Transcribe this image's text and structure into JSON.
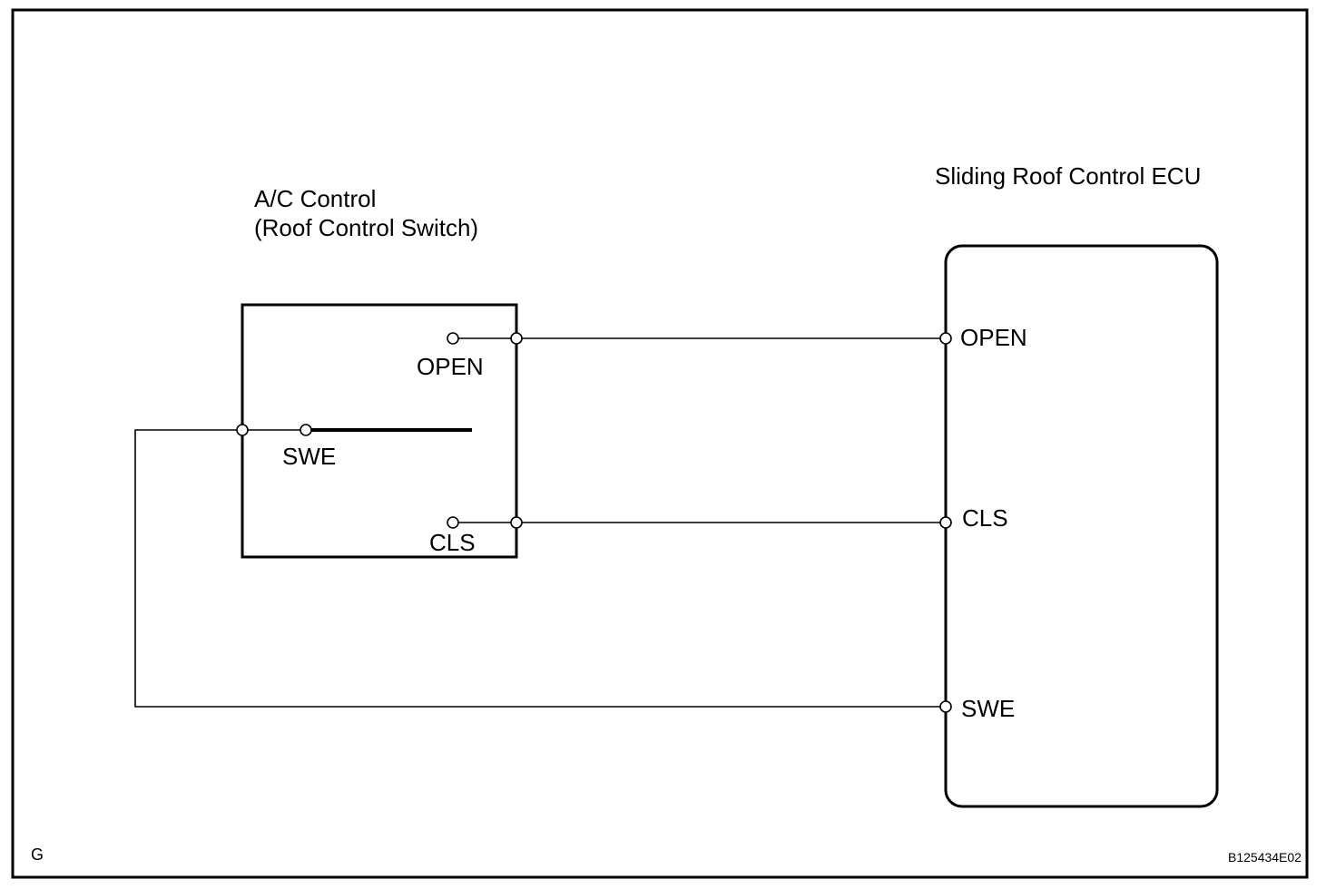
{
  "switch_unit": {
    "title_line1": "A/C Control",
    "title_line2": "(Roof Control Switch)",
    "terminals": {
      "open": "OPEN",
      "swe": "SWE",
      "cls": "CLS"
    }
  },
  "ecu": {
    "title": "Sliding Roof Control ECU",
    "terminals": {
      "open": "OPEN",
      "cls": "CLS",
      "swe": "SWE"
    }
  },
  "footer": {
    "left_mark": "G",
    "figure_code": "B125434E02"
  }
}
